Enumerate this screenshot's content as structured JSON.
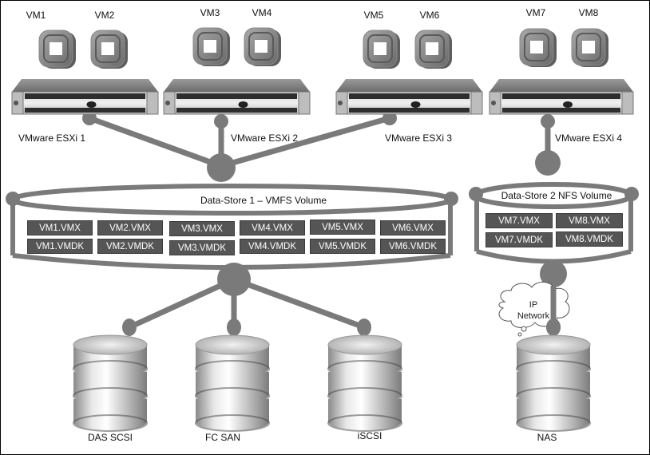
{
  "colors": {
    "connector": "#7a7a7a",
    "file_box": "#555555",
    "file_text": "#ffffff",
    "border": "#000000"
  },
  "vms": [
    {
      "label": "VM1",
      "icon": "vm-icon"
    },
    {
      "label": "VM2",
      "icon": "vm-icon"
    },
    {
      "label": "VM3",
      "icon": "vm-icon"
    },
    {
      "label": "VM4",
      "icon": "vm-icon"
    },
    {
      "label": "VM5",
      "icon": "vm-icon"
    },
    {
      "label": "VM6",
      "icon": "vm-icon"
    },
    {
      "label": "VM7",
      "icon": "vm-icon"
    },
    {
      "label": "VM8",
      "icon": "vm-icon"
    }
  ],
  "hosts": [
    {
      "label": "VMware ESXi 1",
      "icon": "rack-server-icon"
    },
    {
      "label": "VMware ESXi 2",
      "icon": "rack-server-icon"
    },
    {
      "label": "VMware ESXi 3",
      "icon": "rack-server-icon"
    },
    {
      "label": "VMware ESXi 4",
      "icon": "rack-server-icon"
    }
  ],
  "datastore1": {
    "title": "Data-Store 1 – VMFS Volume",
    "vmx": [
      "VM1.VMX",
      "VM2.VMX",
      "VM3.VMX",
      "VM4.VMX",
      "VM5.VMX",
      "VM6.VMX"
    ],
    "vmdk": [
      "VM1.VMDK",
      "VM2.VMDK",
      "VM3.VMDK",
      "VM4.VMDK",
      "VM5.VMDK",
      "VM6.VMDK"
    ]
  },
  "datastore2": {
    "title": "Data-Store 2 NFS Volume",
    "vmx": [
      "VM7.VMX",
      "VM8.VMX"
    ],
    "vmdk": [
      "VM7.VMDK",
      "VM8.VMDK"
    ]
  },
  "network": {
    "line1": "IP",
    "line2": "Network",
    "icon": "cloud-icon"
  },
  "storage": [
    {
      "label": "DAS SCSI",
      "icon": "database-icon"
    },
    {
      "label": "FC SAN",
      "icon": "database-icon"
    },
    {
      "label": "iSCSI",
      "icon": "database-icon"
    },
    {
      "label": "NAS",
      "icon": "database-icon"
    }
  ]
}
